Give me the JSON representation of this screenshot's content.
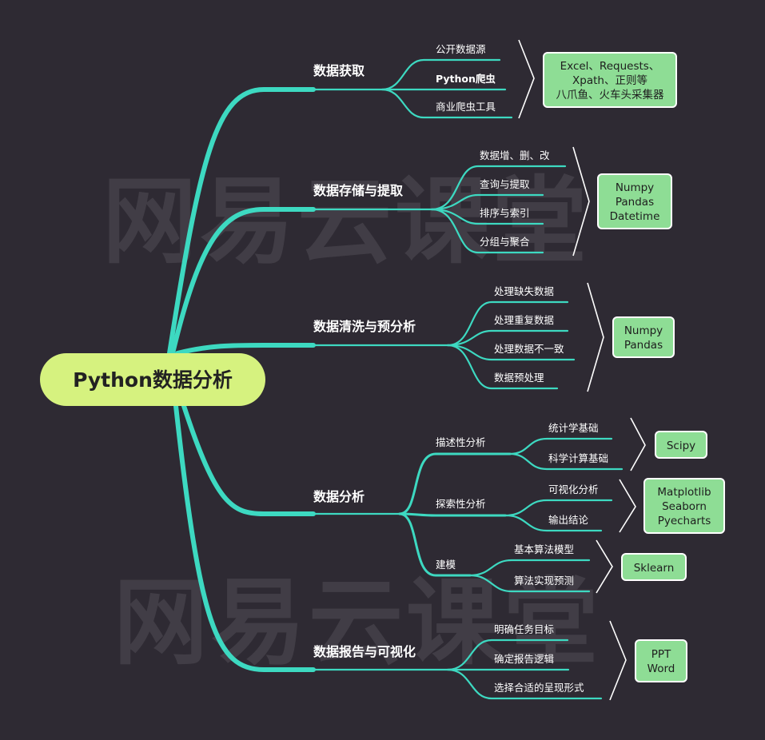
{
  "root": {
    "label": "Python数据分析"
  },
  "watermark": "网易云课堂",
  "colors": {
    "background": "#2e2a33",
    "link": "#3dd9c1",
    "root_fill": "#d6f27f",
    "tool_fill": "#8edd95"
  },
  "branches": [
    {
      "label": "数据获取",
      "items": [
        "公开数据源",
        "Python爬虫",
        "商业爬虫工具"
      ],
      "tools": [
        "Excel、Requests、",
        "Xpath、正则等",
        "八爪鱼、火车头采集器"
      ]
    },
    {
      "label": "数据存储与提取",
      "items": [
        "数据增、删、改",
        "查询与提取",
        "排序与索引",
        "分组与聚合"
      ],
      "tools": [
        "Numpy",
        "Pandas",
        "Datetime"
      ]
    },
    {
      "label": "数据清洗与预分析",
      "items": [
        "处理缺失数据",
        "处理重复数据",
        "处理数据不一致",
        "数据预处理"
      ],
      "tools": [
        "Numpy",
        "Pandas"
      ]
    },
    {
      "label": "数据分析",
      "subgroups": [
        {
          "label": "描述性分析",
          "items": [
            "统计学基础",
            "科学计算基础"
          ],
          "tools": [
            "Scipy"
          ]
        },
        {
          "label": "探索性分析",
          "items": [
            "可视化分析",
            "输出结论"
          ],
          "tools": [
            "Matplotlib",
            "Seaborn",
            "Pyecharts"
          ]
        },
        {
          "label": "建模",
          "items": [
            "基本算法模型",
            "算法实现预测"
          ],
          "tools": [
            "Sklearn"
          ]
        }
      ]
    },
    {
      "label": "数据报告与可视化",
      "items": [
        "明确任务目标",
        "确定报告逻辑",
        "选择合适的呈现形式"
      ],
      "tools": [
        "PPT",
        "Word"
      ]
    }
  ]
}
